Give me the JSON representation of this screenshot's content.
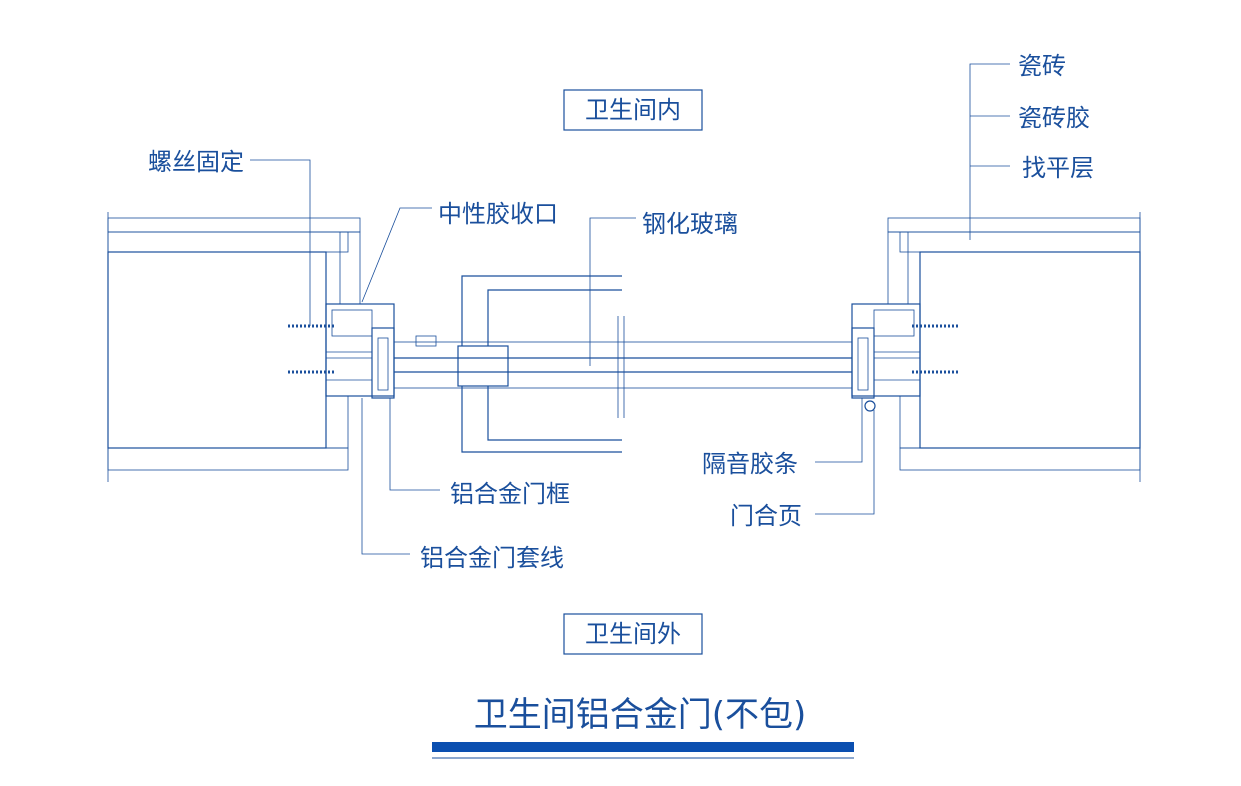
{
  "colors": {
    "line": "#1a4f9c",
    "accent_bar": "#0b4fb0",
    "background": "#ffffff"
  },
  "zones": {
    "inside": "卫生间内",
    "outside": "卫生间外"
  },
  "labels": {
    "screw": "螺丝固定",
    "sealant": "中性胶收口",
    "glass": "钢化玻璃",
    "tile": "瓷砖",
    "tile_adhesive": "瓷砖胶",
    "leveling": "找平层",
    "seal_strip": "隔音胶条",
    "hinge": "门合页",
    "frame": "铝合金门框",
    "casing": "铝合金门套线"
  },
  "title": "卫生间铝合金门(不包)"
}
